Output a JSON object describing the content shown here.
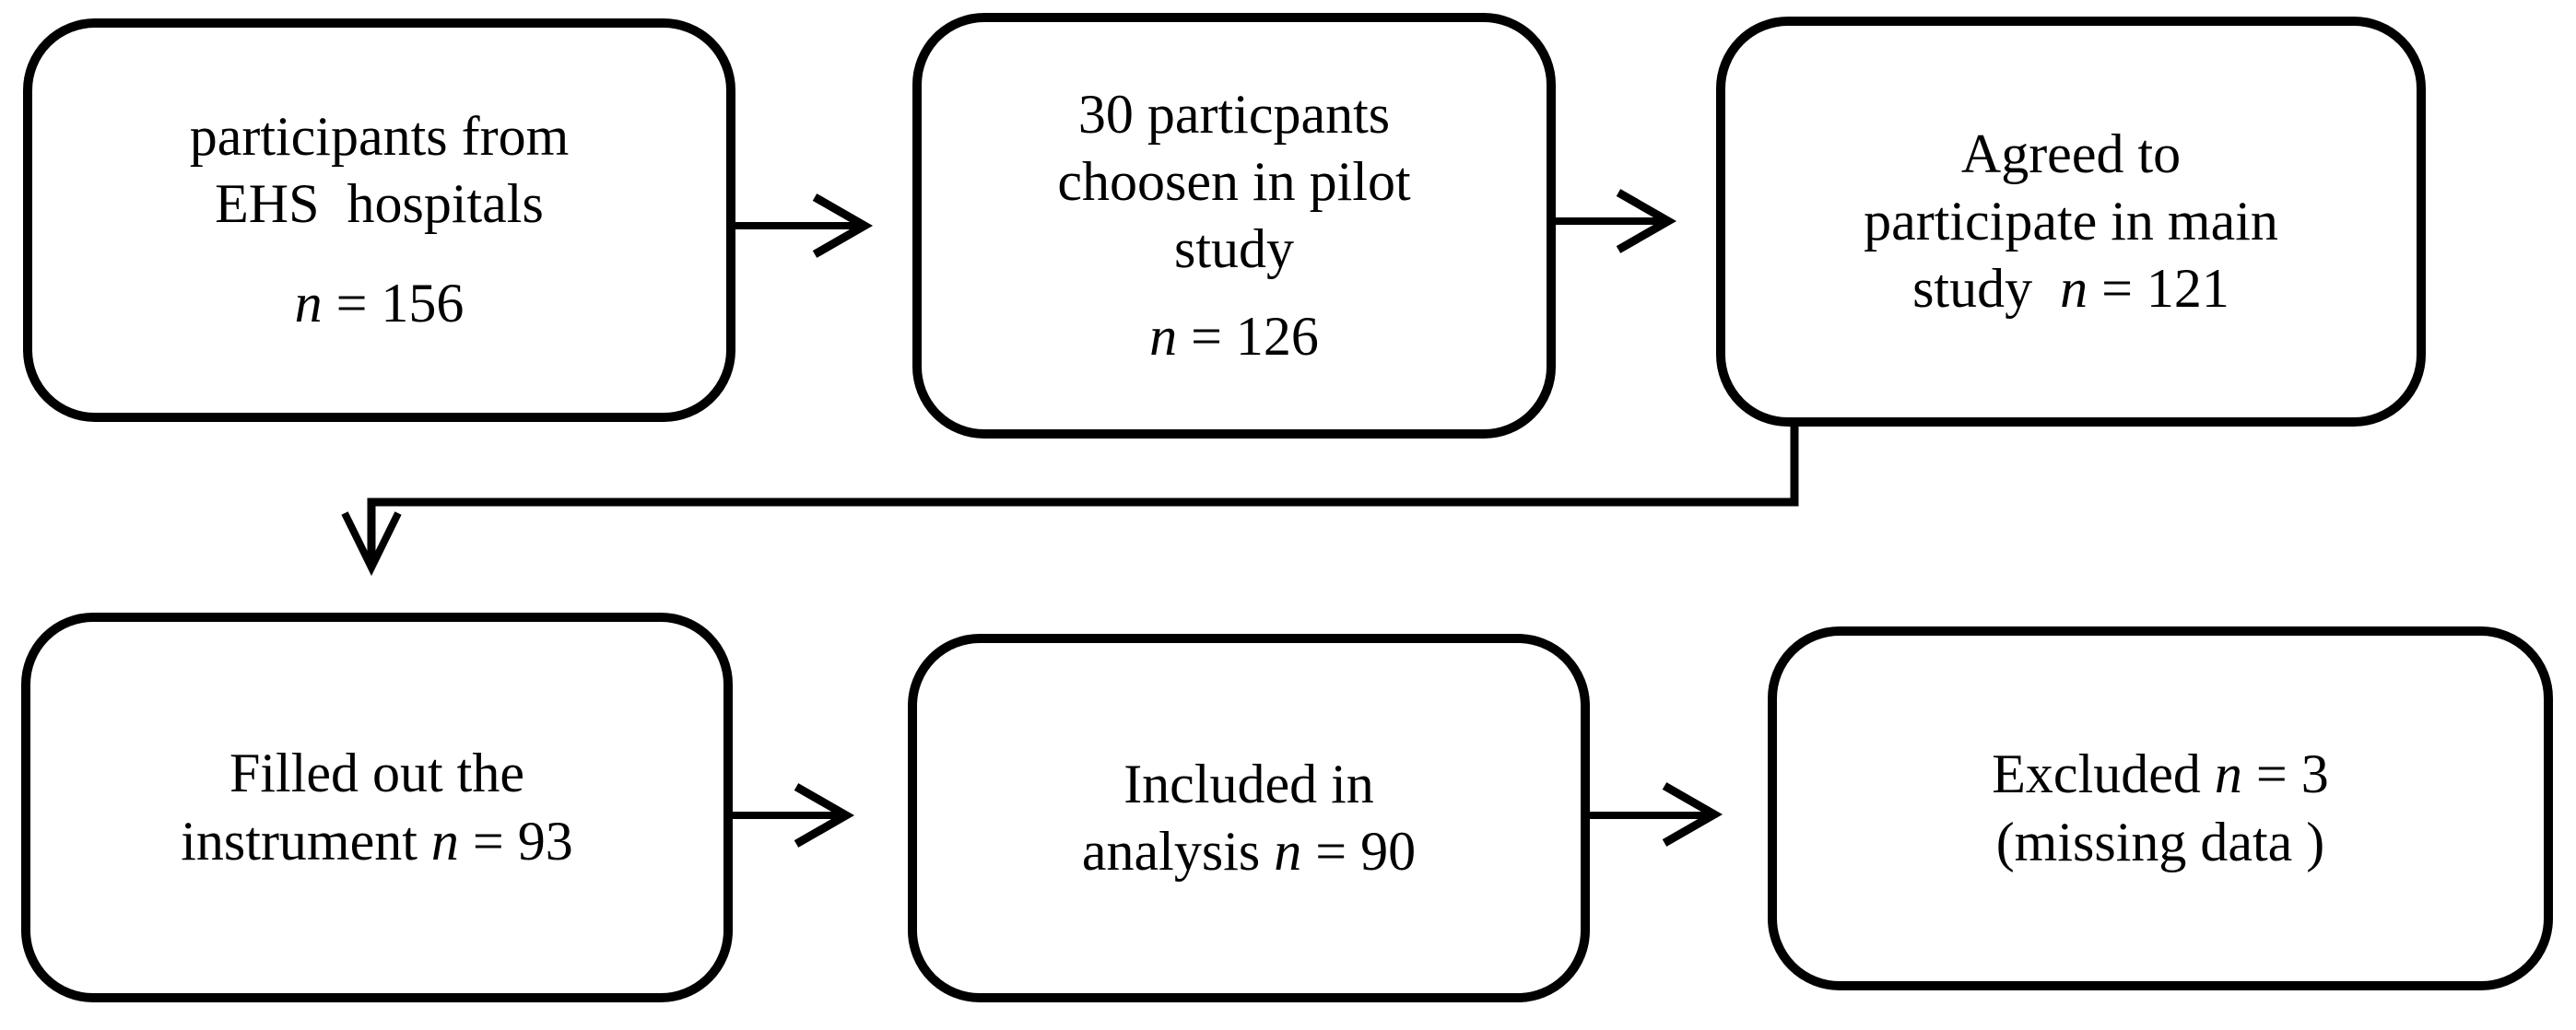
{
  "diagram": {
    "type": "flowchart",
    "background": "#ffffff",
    "line_color": "#000000",
    "text_color": "#000000",
    "boxes": {
      "box1": {
        "l1": "participants from",
        "l2": "EHS  hospitals",
        "n_italic": "n",
        "n_rest": " = 156"
      },
      "box2": {
        "l1": "30 particpants",
        "l2": "choosen in pilot",
        "l3": "study",
        "n_italic": "n",
        "n_rest": " = 126"
      },
      "box3": {
        "l1": "Agreed to",
        "l2": "participate in main",
        "l3_pre": "study  ",
        "n_italic": "n",
        "n_rest": " = 121"
      },
      "box4": {
        "l1": "Filled out the",
        "l2_pre": "instrument ",
        "n_italic": "n",
        "n_rest": " = 93"
      },
      "box5": {
        "l1": "Included in",
        "l2_pre": "analysis ",
        "n_italic": "n",
        "n_rest": " = 90"
      },
      "box6": {
        "l1_pre": "Excluded ",
        "n_italic": "n",
        "n_rest": " = 3",
        "l2": "(missing data )"
      }
    },
    "edges": [
      {
        "from": "box1",
        "to": "box2",
        "style": "arrow-right-open-head"
      },
      {
        "from": "box2",
        "to": "box3",
        "style": "arrow-right-open-head"
      },
      {
        "from": "box3",
        "to": "box4",
        "style": "elbow-down-left-down-open-head"
      },
      {
        "from": "box4",
        "to": "box5",
        "style": "arrow-right-open-head"
      },
      {
        "from": "box5",
        "to": "box6",
        "style": "arrow-right-open-head"
      }
    ]
  }
}
